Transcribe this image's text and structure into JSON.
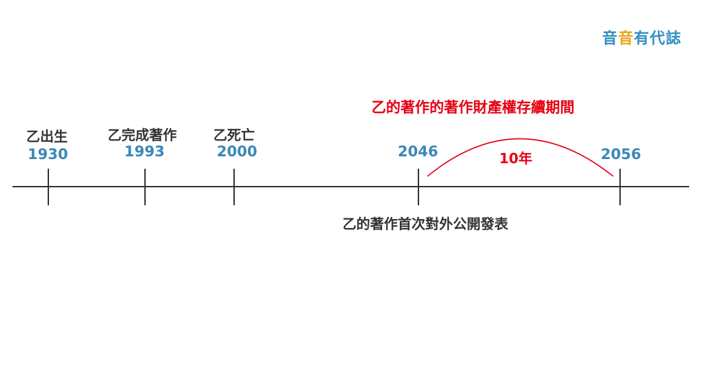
{
  "logo": {
    "chars": [
      "音",
      "音",
      "有",
      "代",
      "誌"
    ],
    "colors": [
      "#2f8fc2",
      "#e8a317",
      "#2f8fc2",
      "#2f8fc2",
      "#2f8fc2"
    ]
  },
  "colors": {
    "year": "#3c87b8",
    "event": "#333333",
    "highlight": "#e60012",
    "axis": "#333333"
  },
  "timeline": {
    "events": [
      {
        "label": "乙出生",
        "year": "1930"
      },
      {
        "label": "乙完成著作",
        "year": "1993"
      },
      {
        "label": "乙死亡",
        "year": "2000"
      },
      {
        "label": "乙的著作首次對外公開發表",
        "year": "2046"
      },
      {
        "label": "",
        "year": "2056"
      }
    ],
    "span": {
      "title": "乙的著作的著作財產權存續期間",
      "duration": "10年"
    }
  }
}
